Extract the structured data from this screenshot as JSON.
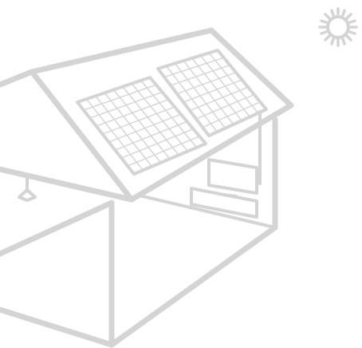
{
  "illustration": {
    "subject_icons": [
      "house-outline",
      "solar-panel",
      "sun-icon",
      "inverter-box",
      "lamp-icon"
    ]
  },
  "colors": {
    "background": "#ffffff",
    "line": "#d4d4d4",
    "sun": "#cfcfcf"
  }
}
